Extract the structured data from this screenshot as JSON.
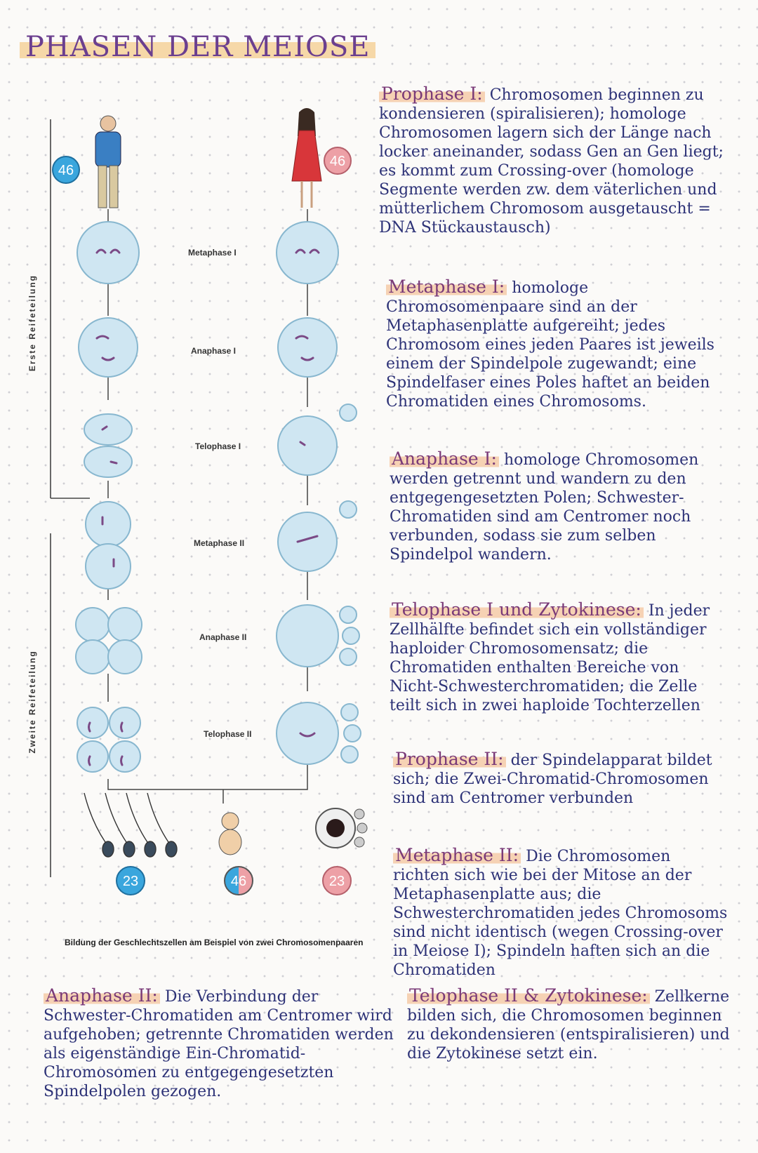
{
  "title": "PHASEN DER MEIOSE",
  "figure": {
    "side_label_first": "Erste Reifeteilung",
    "side_label_second": "Zweite Reifeteilung",
    "stages": [
      "Metaphase I",
      "Anaphase I",
      "Telophase I",
      "Metaphase II",
      "Anaphase II",
      "Telophase II"
    ],
    "chromosome_count_parent_male": "46",
    "chromosome_count_parent_female": "46",
    "chromosome_count_sperm": "23",
    "chromosome_count_child": "46",
    "chromosome_count_egg": "23",
    "caption": "Bildung der Geschlechtszellen am Beispiel von zwei Chromosomenpaaren",
    "colors": {
      "cell": "#cfe6f2",
      "male_badge": "#3aa6dd",
      "female_badge": "#eda0a6"
    }
  },
  "notes": [
    {
      "heading": "Prophase I:",
      "text": "Chromosomen beginnen zu kondensieren (spiralisieren); homologe Chromosomen lagern sich der Länge nach locker aneinander, sodass Gen an Gen liegt; es kommt zum Crossing-over (homologe Segmente werden zw. dem väterlichen und mütterlichem Chromosom ausgetauscht = DNA Stückaustausch)"
    },
    {
      "heading": "Metaphase I:",
      "text": "homologe Chromosomenpaare sind an der Metaphasenplatte aufgereiht; jedes Chromosom eines jeden Paares ist jeweils einem der Spindelpole zugewandt; eine Spindelfaser eines Poles haftet an beiden Chromatiden eines Chromosoms."
    },
    {
      "heading": "Anaphase I:",
      "text": "homologe Chromosomen werden getrennt und wandern zu den entgegengesetzten Polen; Schwester-Chromatiden sind am Centromer noch verbunden, sodass sie zum selben Spindelpol wandern."
    },
    {
      "heading": "Telophase I und Zytokinese:",
      "text": "In jeder Zellhälfte befindet sich ein vollständiger haploider Chromosomensatz; die Chromatiden enthalten Bereiche von Nicht-Schwesterchromatiden; die Zelle teilt sich in zwei haploide Tochterzellen"
    },
    {
      "heading": "Prophase II:",
      "text": "der Spindelapparat bildet sich; die Zwei-Chromatid-Chromosomen sind am Centromer verbunden"
    },
    {
      "heading": "Metaphase II:",
      "text": "Die Chromosomen richten sich wie bei der Mitose an der Metaphasenplatte aus; die Schwesterchromatiden jedes Chromosoms sind nicht identisch (wegen Crossing-over in Meiose I); Spindeln haften sich an die Chromatiden"
    },
    {
      "heading": "Anaphase II:",
      "text": "Die Verbindung der Schwester-Chromatiden am Centromer wird aufgehoben; getrennte Chromatiden werden als eigenständige Ein-Chromatid-Chromosomen zu entgegengesetzten Spindelpolen gezogen."
    },
    {
      "heading": "Telophase II & Zytokinese:",
      "text": "Zellkerne bilden sich, die Chromosomen beginnen zu dekondensieren (entspiralisieren) und die Zytokinese setzt ein."
    }
  ]
}
